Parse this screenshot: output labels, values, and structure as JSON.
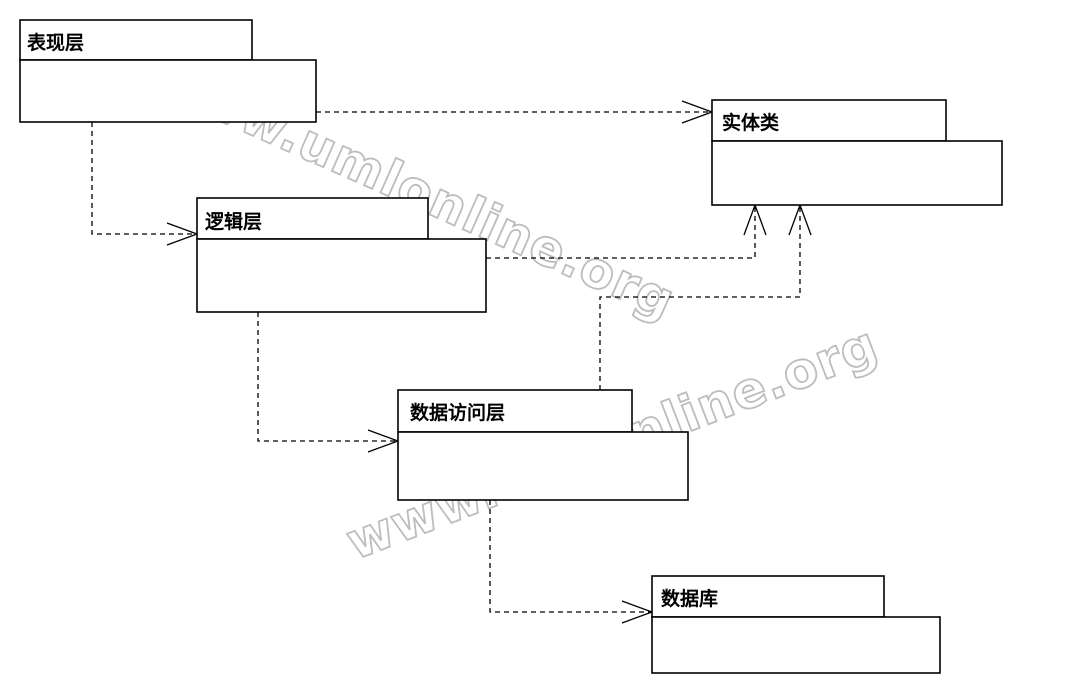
{
  "packages": {
    "presentation": {
      "label": "表现层"
    },
    "logic": {
      "label": "逻辑层"
    },
    "data_access": {
      "label": "数据访问层"
    },
    "entity": {
      "label": "实体类"
    },
    "database": {
      "label": "数据库"
    }
  },
  "watermark": {
    "text": "www.umlonline.org"
  },
  "colors": {
    "line": "#000000",
    "background": "#ffffff",
    "watermark_outline": "#bdbdbd"
  }
}
